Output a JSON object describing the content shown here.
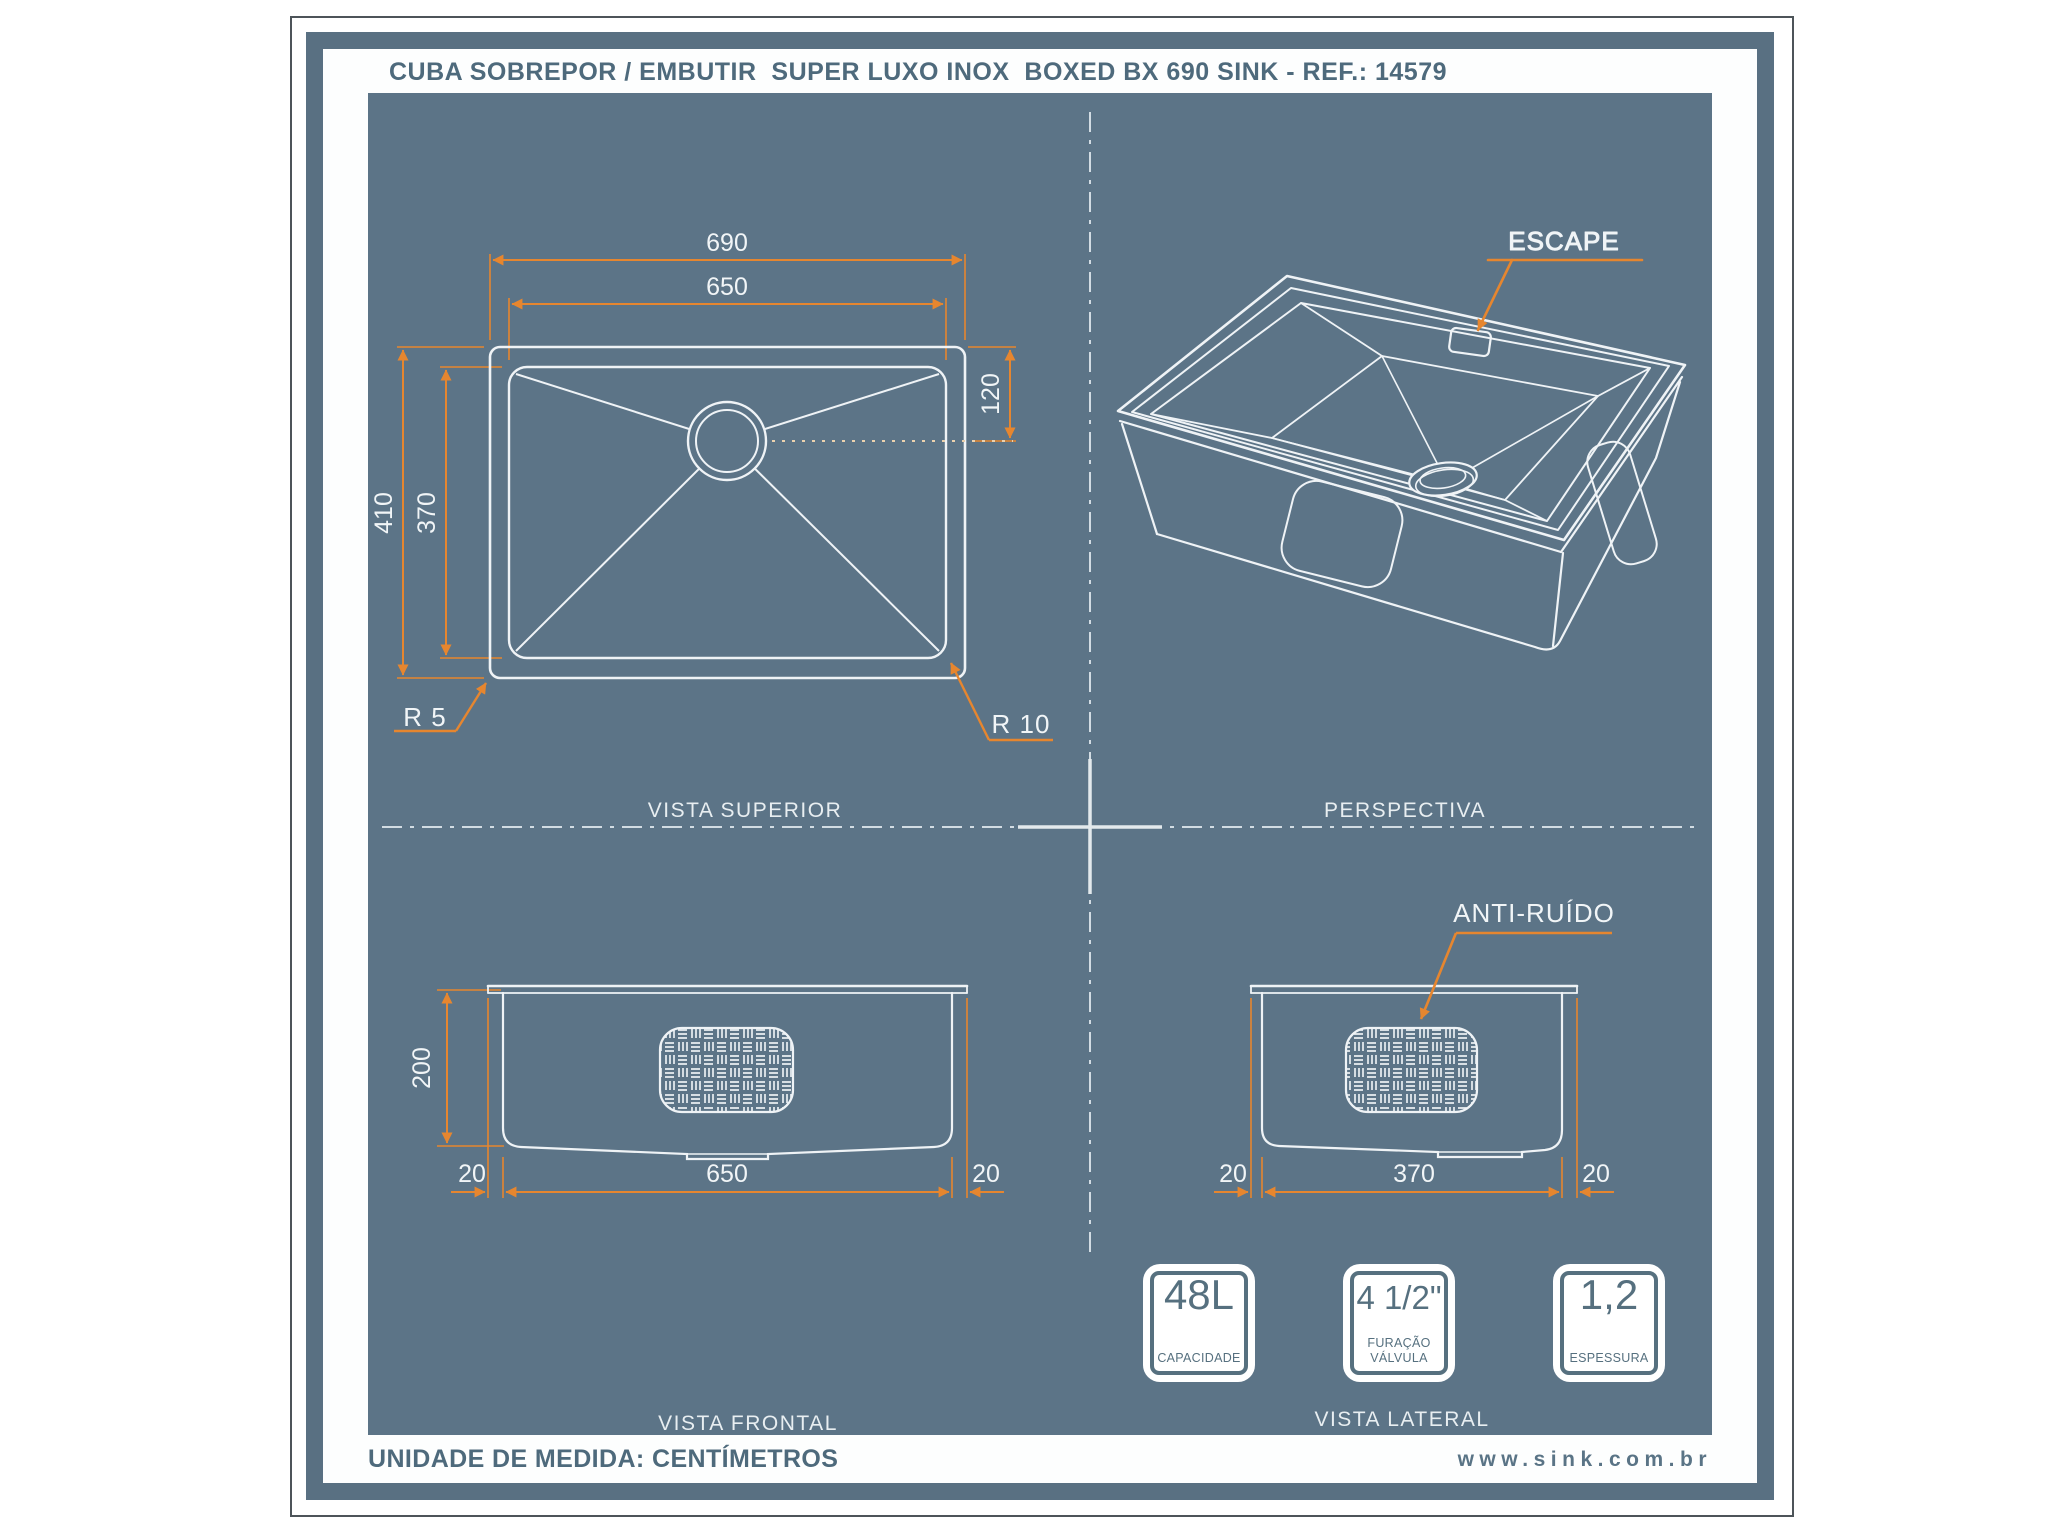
{
  "title": "CUBA SOBREPOR / EMBUTIR  SUPER LUXO INOX  BOXED BX 690 SINK - REF.: 14579",
  "views": {
    "superior": {
      "label": "VISTA SUPERIOR",
      "dim_outer_width": "690",
      "dim_inner_width": "650",
      "dim_outer_depth": "410",
      "dim_inner_depth": "370",
      "dim_drain_offset": "120",
      "radius_outer": "R 5",
      "radius_inner": "R 10"
    },
    "perspectiva": {
      "label": "PERSPECTIVA",
      "escape": "ESCAPE"
    },
    "frontal": {
      "label": "VISTA FRONTAL",
      "dim_height": "200",
      "dim_left": "20",
      "dim_width": "650",
      "dim_right": "20"
    },
    "lateral": {
      "label": "VISTA LATERAL",
      "anti_ruido": "ANTI-RUÍDO",
      "dim_left": "20",
      "dim_width": "370",
      "dim_right": "20"
    }
  },
  "badges": [
    {
      "value": "48L",
      "line1": "CAPACIDADE",
      "line2": ""
    },
    {
      "value": "4 1/2\"",
      "line1": "FURAÇÃO",
      "line2": "VÁLVULA"
    },
    {
      "value": "1,2",
      "line1": "ESPESSURA",
      "line2": ""
    }
  ],
  "footer": {
    "left": "UNIDADE DE MEDIDA: CENTÍMETROS",
    "right": "www.sink.com.br"
  },
  "colors": {
    "accent": "#E6862F",
    "blueprint": "#5C7487",
    "line": "#EFF3F6"
  }
}
